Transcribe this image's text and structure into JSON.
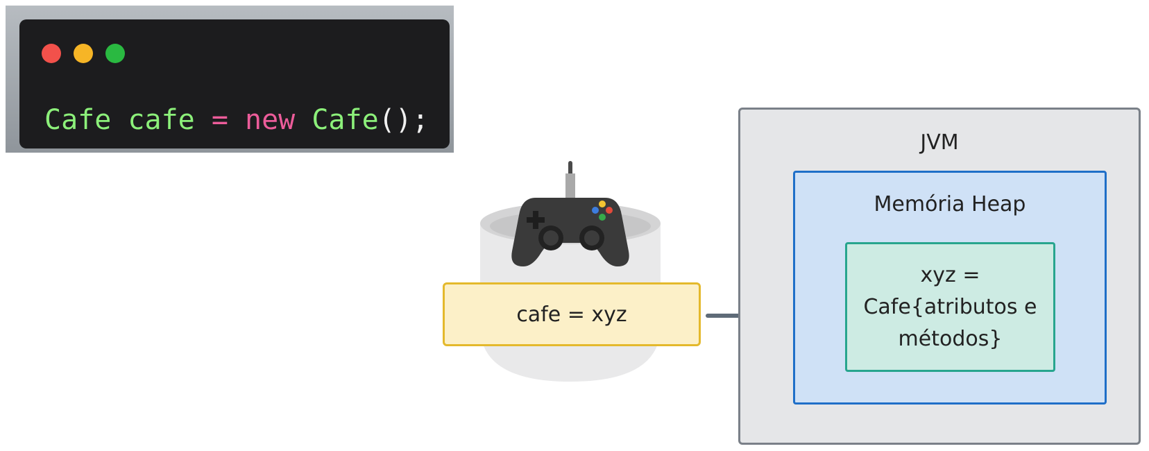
{
  "code_window": {
    "dots": [
      "red",
      "yellow",
      "green"
    ],
    "tokens": {
      "type1": "Cafe",
      "space1": " ",
      "var": "cafe",
      "eq": " = ",
      "keyword": "new",
      "space2": " ",
      "type2": "Cafe",
      "call": "();"
    }
  },
  "variable_box": {
    "text": "cafe = xyz"
  },
  "jvm": {
    "label": "JVM",
    "heap": {
      "label": "Memória Heap",
      "object": {
        "line1": "xyz =",
        "line2": "Cafe{atributos e",
        "line3": "métodos}"
      }
    }
  },
  "colors": {
    "code_bg": "#1c1c1e",
    "code_type": "#8cf07a",
    "code_keyword": "#ec5c9a",
    "variable_fill": "#fcf0c8",
    "variable_border": "#e4b92c",
    "jvm_fill": "#e5e6e8",
    "heap_fill": "#cfe1f6",
    "heap_border": "#1f6fc8",
    "object_fill": "#cdebe3",
    "object_border": "#27a58e",
    "arrow": "#5f6b78"
  },
  "icons": {
    "cup": "cup-icon",
    "controller": "game-controller-icon",
    "arrow": "arrow-right-icon"
  }
}
